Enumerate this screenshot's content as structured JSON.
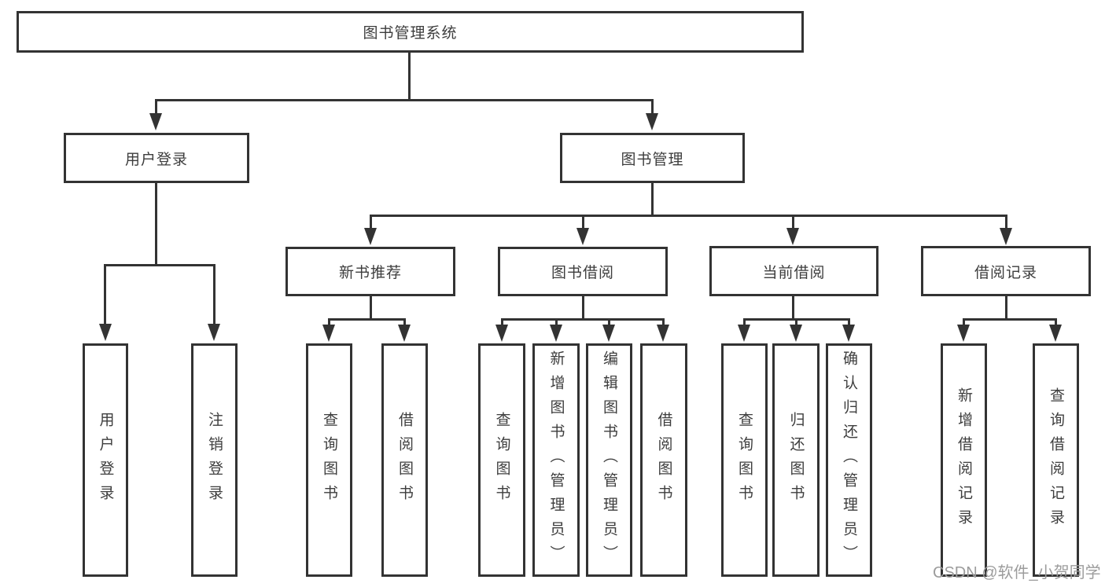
{
  "diagram": {
    "title": "图书管理系统",
    "colors": {
      "line": "#333333",
      "box_background": "#ffffff",
      "text": "#3d3d3d",
      "watermark": "#9c9c9c"
    },
    "root": {
      "label": "图书管理系统"
    },
    "level2": {
      "user_login": {
        "label": "用户登录"
      },
      "book_mgmt": {
        "label": "图书管理"
      }
    },
    "level3": {
      "new_books": {
        "label": "新书推荐"
      },
      "book_borrow": {
        "label": "图书借阅"
      },
      "current_borrow": {
        "label": "当前借阅"
      },
      "borrow_records": {
        "label": "借阅记录"
      }
    },
    "leaves": {
      "user_login_leaf": {
        "label": "用户登录"
      },
      "logout": {
        "label": "注销登录"
      },
      "nb_query": {
        "label": "查询图书"
      },
      "nb_borrow": {
        "label": "借阅图书"
      },
      "bb_query": {
        "label": "查询图书"
      },
      "bb_add": {
        "label": "新增图书（管理员）"
      },
      "bb_edit": {
        "label": "编辑图书（管理员）"
      },
      "bb_borrow": {
        "label": "借阅图书"
      },
      "cb_query": {
        "label": "查询图书"
      },
      "cb_return": {
        "label": "归还图书"
      },
      "cb_confirm": {
        "label": "确认归还（管理员）"
      },
      "br_add": {
        "label": "新增借阅记录"
      },
      "br_query": {
        "label": "查询借阅记录"
      }
    },
    "watermark": {
      "text": "CSDN @软件_小贺同学"
    }
  }
}
